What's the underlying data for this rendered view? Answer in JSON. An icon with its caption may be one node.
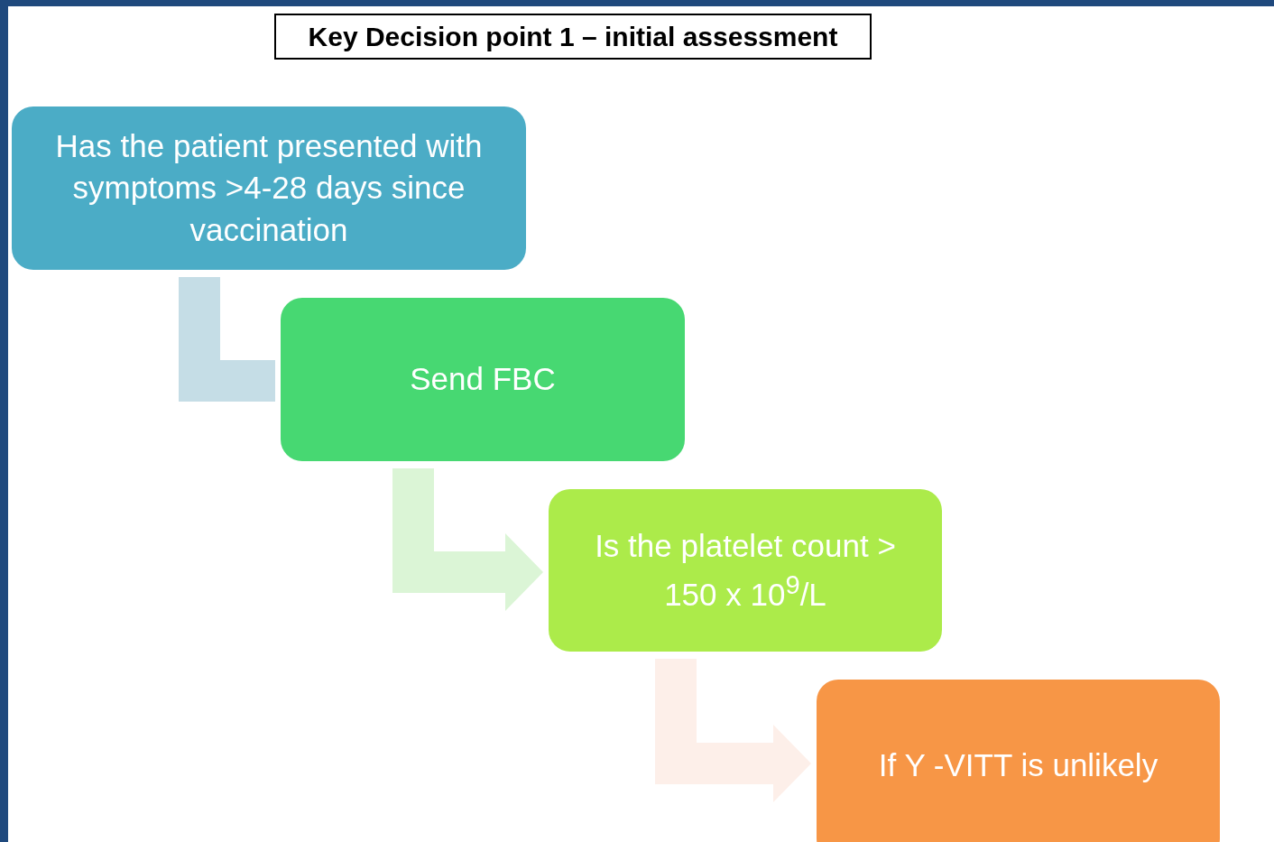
{
  "diagram": {
    "title": "Key Decision point 1 – initial assessment",
    "nodes": [
      {
        "text": [
          "Has the patient presented with symptoms >4-28 days since vaccination"
        ]
      },
      {
        "text": [
          "Send FBC"
        ]
      },
      {
        "text": [
          "Is the platelet count > 150 x 10$^{9}$/L"
        ]
      },
      {
        "text": [
          "If Y -VITT is unlikely"
        ]
      }
    ],
    "edges": [
      {
        "from": 0,
        "to": 1,
        "arrow": "none",
        "style": "thick",
        "color": "#c5dde6"
      },
      {
        "from": 1,
        "to": 2,
        "arrow": "to",
        "style": "thick",
        "color": "#dbf5d6"
      },
      {
        "from": 2,
        "to": 3,
        "arrow": "to",
        "style": "thick",
        "color": "#fdefe9"
      }
    ]
  }
}
